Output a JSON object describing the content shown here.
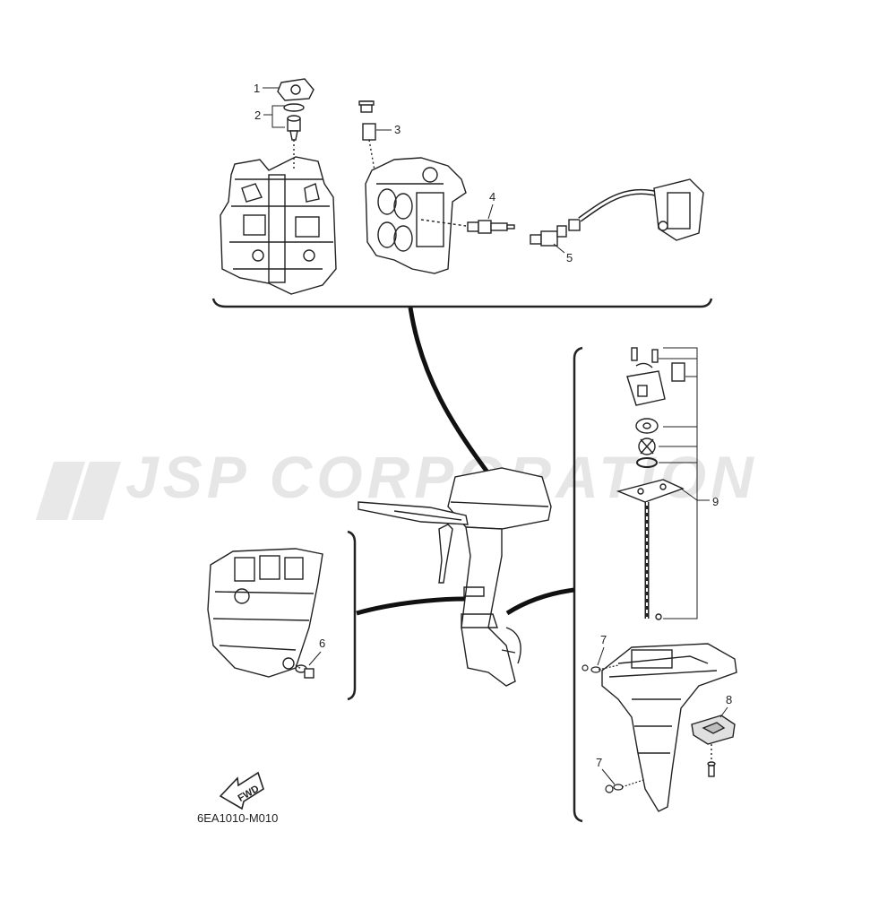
{
  "watermark": {
    "text": "JSP CORPORATION",
    "color": "#e6e6e6"
  },
  "callouts": [
    "1",
    "2",
    "3",
    "4",
    "5",
    "6",
    "7",
    "7",
    "8",
    "9"
  ],
  "fwd_label": "FWD",
  "diagram_code": "6EA1010-M010",
  "colors": {
    "line": "#222222",
    "fill": "#ffffff",
    "shade": "#bdbdbd"
  }
}
